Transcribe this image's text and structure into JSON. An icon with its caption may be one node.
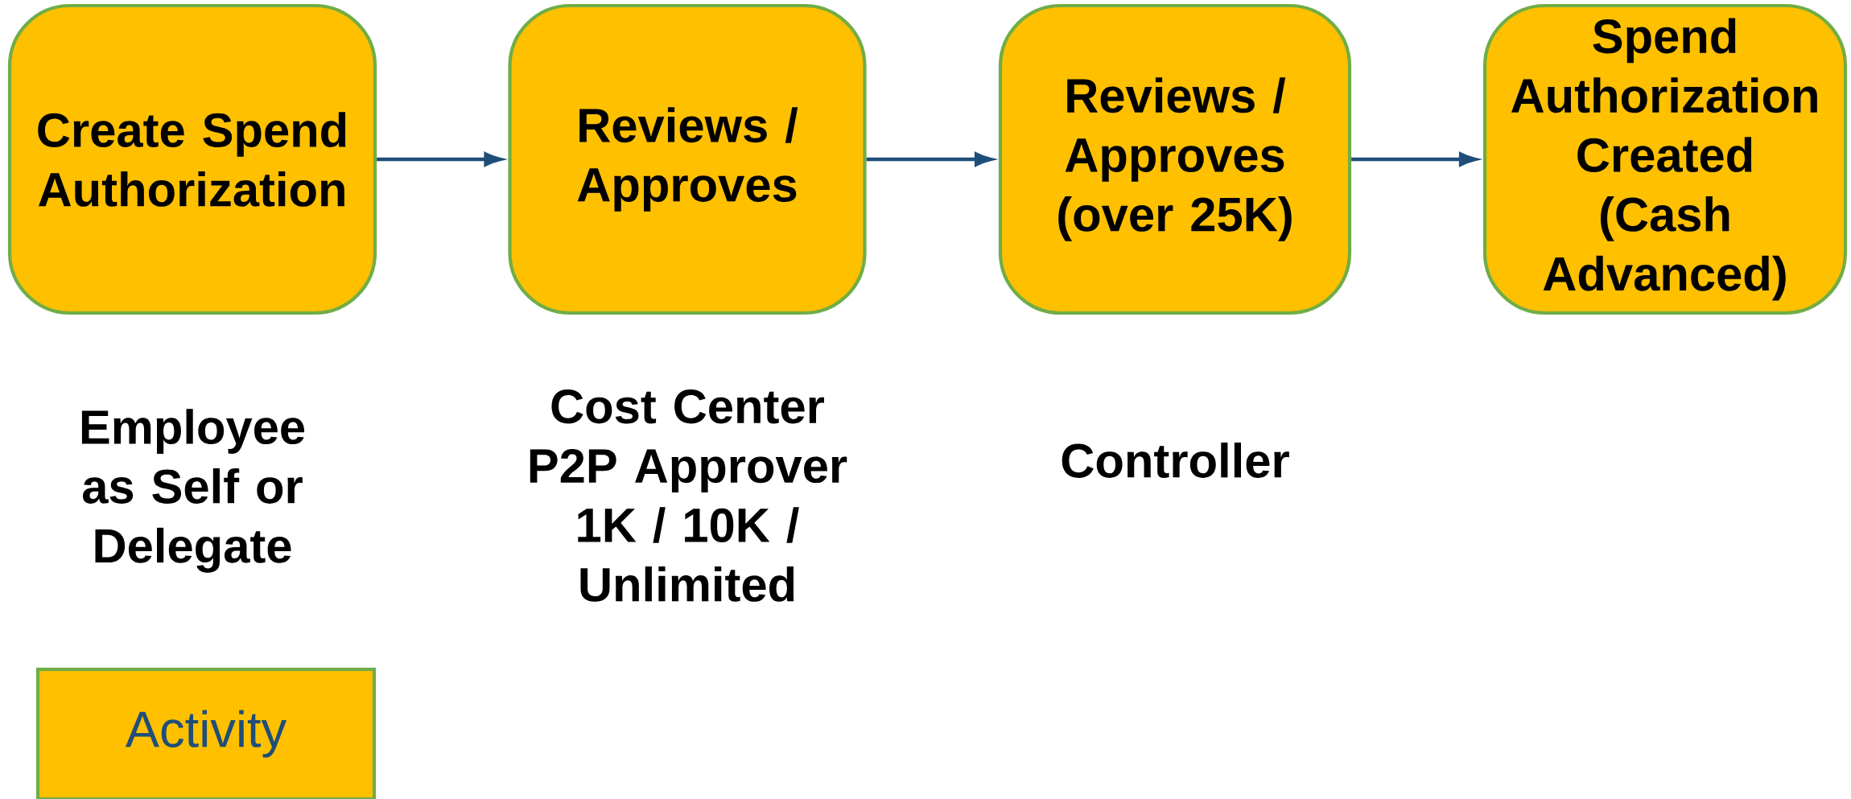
{
  "diagram": {
    "nodes": [
      {
        "text": [
          "Create Spend Authorization"
        ],
        "beside": [
          "Employee as Self or Delegate"
        ]
      },
      {
        "text": [
          "Reviews / Approves"
        ],
        "beside": [
          "Cost Center P2P Approver 1K / 10K / Unlimited"
        ]
      },
      {
        "text": [
          "Reviews / Approves (over 25K)"
        ],
        "beside": [
          "Controller"
        ]
      },
      {
        "text": [
          "Spend Authorization Created (Cash Advanced)"
        ]
      }
    ],
    "edges": [
      {
        "from": 0,
        "to": 1,
        "arrow": "to"
      },
      {
        "from": 1,
        "to": 2,
        "arrow": "to"
      },
      {
        "from": 2,
        "to": 3,
        "arrow": "to"
      }
    ],
    "legend": [
      {
        "text": "Activity",
        "color": "#ffc000"
      }
    ]
  }
}
